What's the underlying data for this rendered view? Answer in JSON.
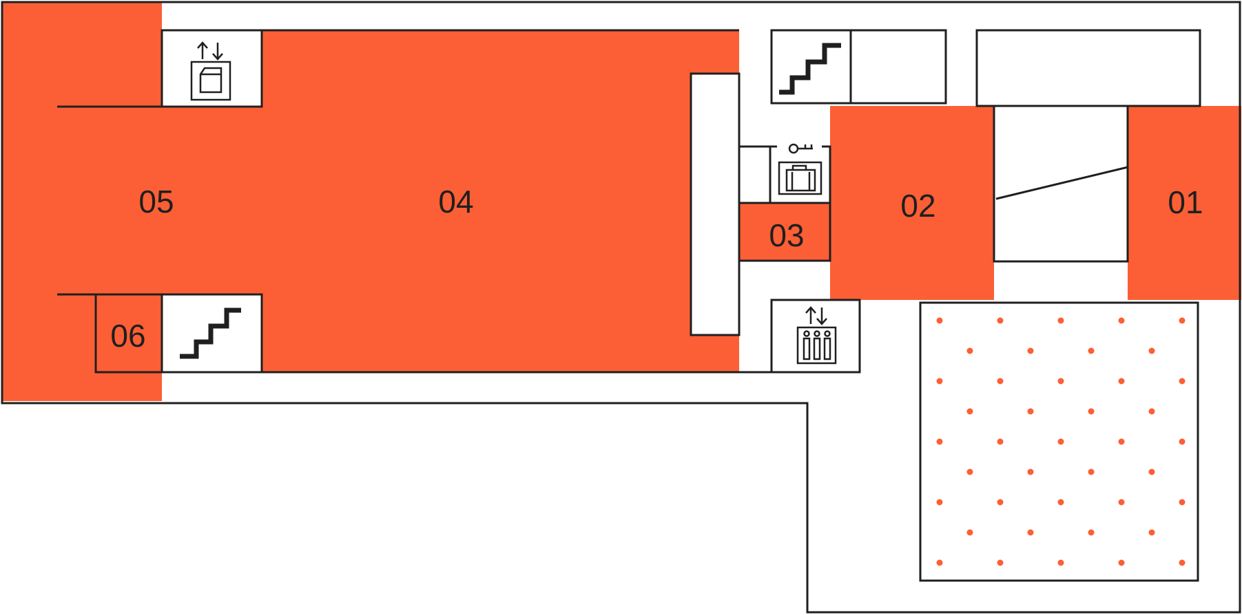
{
  "floorplan": {
    "colors": {
      "accent": "#fc5f35",
      "line": "#1f1f1f",
      "background": "#ffffff"
    },
    "rooms": [
      {
        "id": "05",
        "label": "05"
      },
      {
        "id": "04",
        "label": "04"
      },
      {
        "id": "03",
        "label": "03"
      },
      {
        "id": "02",
        "label": "02"
      },
      {
        "id": "01",
        "label": "01"
      },
      {
        "id": "06",
        "label": "06"
      }
    ],
    "icons": [
      "freight-elevator-icon",
      "stairs-icon",
      "luggage-storage-icon",
      "passenger-elevator-icon",
      "stairs-icon"
    ]
  }
}
